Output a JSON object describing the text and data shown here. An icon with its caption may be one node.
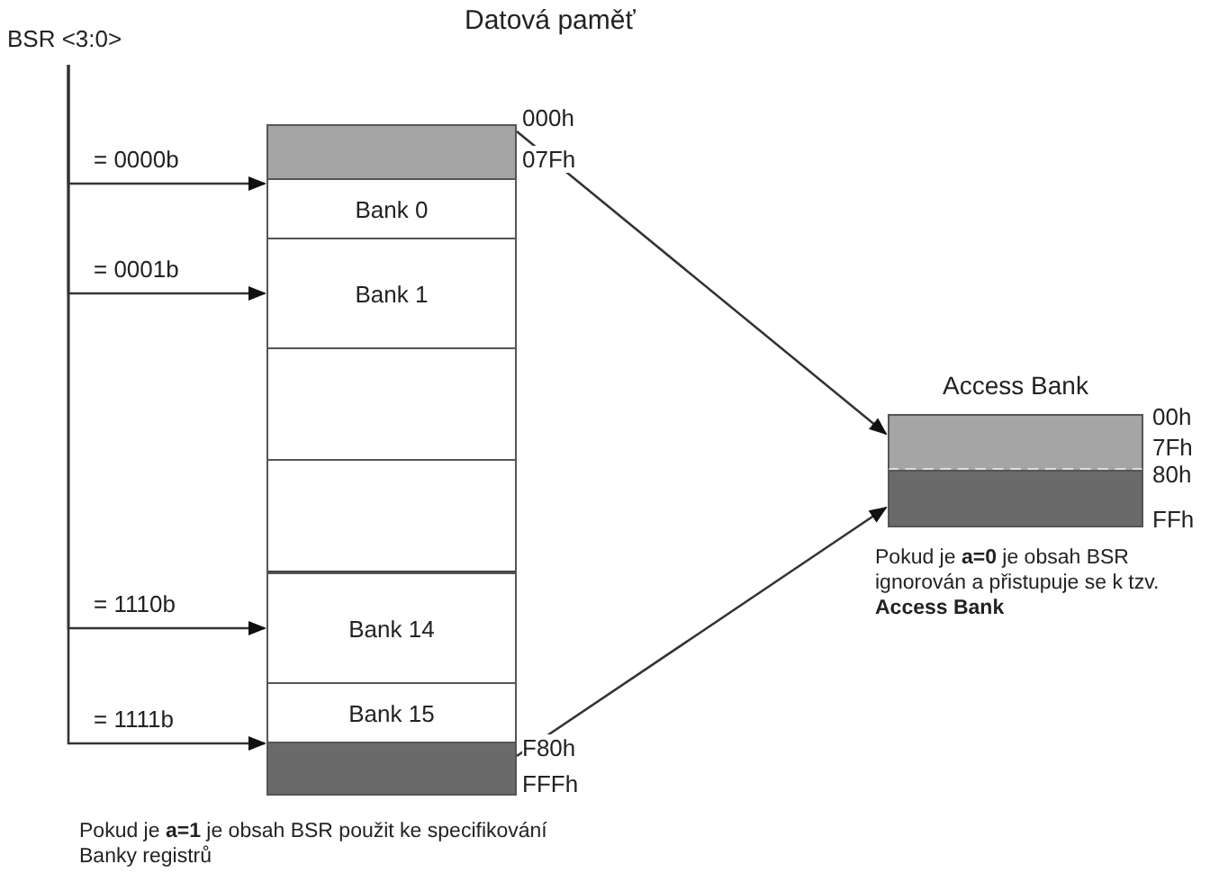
{
  "diagram": {
    "title": "Datová paměť",
    "nodes": [
      {
        "text": [
          "BSR <3:0>"
        ]
      },
      {
        "text": [],
        "shape": "box",
        "beside": [
          "000h",
          "07Fh"
        ]
      },
      {
        "text": [
          "Bank 0"
        ]
      },
      {
        "text": [
          "Bank 1"
        ]
      },
      {
        "text": [],
        "shape": "box"
      },
      {
        "text": [],
        "shape": "box"
      },
      {
        "text": [
          "Bank 14"
        ]
      },
      {
        "text": [
          "Bank 15"
        ]
      },
      {
        "text": [],
        "shape": "box",
        "beside": [
          "F80h",
          "FFFh",
          "Pokud je **a=1** je obsah BSR použit ke specifikování Banky registrů"
        ]
      },
      {
        "text": [
          "Access Bank"
        ]
      },
      {
        "text": [],
        "shape": "box",
        "in": 9,
        "beside": [
          "00h",
          "7Fh"
        ]
      },
      {
        "text": [],
        "shape": "box",
        "in": 9,
        "beside": [
          "80h",
          "FFh",
          "Pokud je **a=0** je obsah BSR ignorován a přistupuje se k tzv. **Access Bank**"
        ]
      }
    ],
    "edges": [
      {
        "from": 0,
        "to": 2,
        "arrow": "to",
        "label": "= 0000b"
      },
      {
        "from": 0,
        "to": 3,
        "arrow": "to",
        "label": "= 0001b"
      },
      {
        "from": 0,
        "to": 6,
        "arrow": "to",
        "label": "= 1110b"
      },
      {
        "from": 0,
        "to": 7,
        "arrow": "to",
        "label": "= 1111b"
      },
      {
        "from": 1,
        "to": 10,
        "arrow": "to"
      },
      {
        "from": 8,
        "to": 11,
        "arrow": "to"
      }
    ]
  }
}
